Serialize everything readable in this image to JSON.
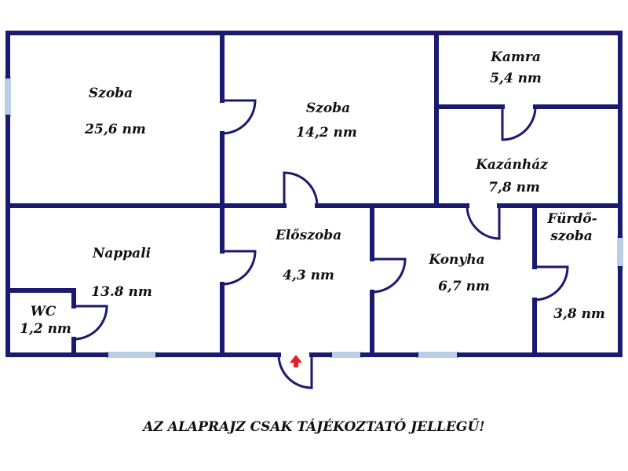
{
  "colors": {
    "wall": "#1a1a6e",
    "window": "#b8cfe6",
    "arrow": "#e81e25",
    "text": "#111111"
  },
  "rooms": {
    "szoba1": {
      "name": "Szoba",
      "area": "25,6 nm"
    },
    "szoba2": {
      "name": "Szoba",
      "area": "14,2 nm"
    },
    "kamra": {
      "name": "Kamra",
      "area": "5,4 nm"
    },
    "kazanhaz": {
      "name": "Kazánház",
      "area": "7,8 nm"
    },
    "nappali": {
      "name": "Nappali",
      "area": "13.8 nm"
    },
    "wc": {
      "name": "WC",
      "area": "1,2 nm"
    },
    "eloszoba": {
      "name": "Előszoba",
      "area": "4,3 nm"
    },
    "konyha": {
      "name": "Konyha",
      "area": "6,7 nm"
    },
    "furdo": {
      "name_line1": "Fürdő-",
      "name_line2": "szoba",
      "area": "3,8 nm"
    }
  },
  "disclaimer": "AZ ALAPRAJZ CSAK TÁJÉKOZTATÓ JELLEGŰ!"
}
